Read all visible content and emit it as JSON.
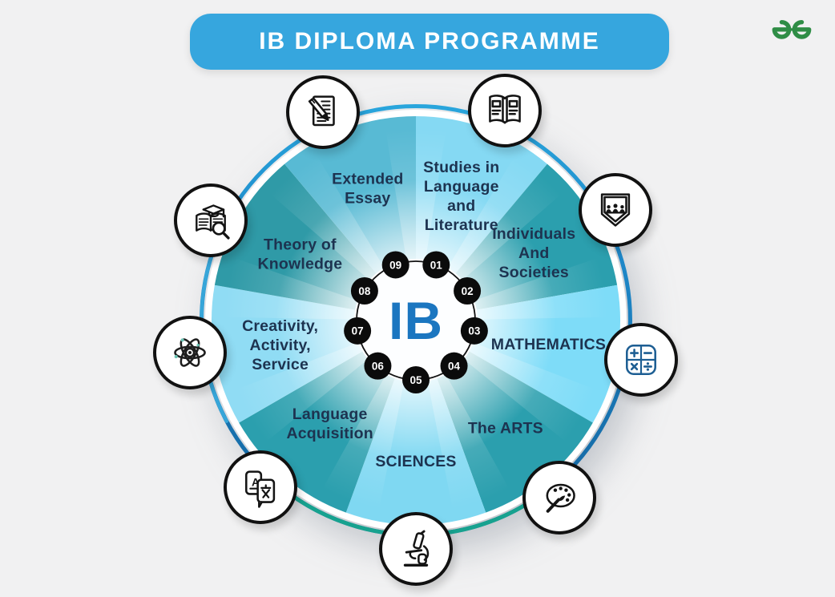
{
  "header": {
    "title": "IB DIPLOMA PROGRAMME",
    "banner_color": "#36a6de",
    "title_text_color": "#ffffff",
    "logo": {
      "name": "geeksforgeeks-logo",
      "color": "#2f8d46"
    }
  },
  "wheel": {
    "center_label": "IB",
    "center_label_color": "#1b76c0",
    "text_color": "#1d3350",
    "badge_color": "#0b0b0b",
    "badge_text_color": "#ffffff",
    "ring_colors": {
      "top_blue": "#29a5dc",
      "mid_blue": "#1e88c9",
      "dark_blue": "#14639d",
      "bottom_green": "#17a28f",
      "left_light_blue": "#37a6d9"
    },
    "segments": [
      {
        "number": "01",
        "label_lines": [
          "Studies in",
          "Language",
          "and",
          "Literature"
        ],
        "color": "#85d9f3",
        "icon": "open-book-icon"
      },
      {
        "number": "02",
        "label_lines": [
          "Individuals",
          "And",
          "Societies"
        ],
        "color": "#2b9fae",
        "icon": "people-shield-icon"
      },
      {
        "number": "03",
        "label_lines": [
          "MATHEMATICS"
        ],
        "color": "#7edcf8",
        "icon": "math-symbols-icon"
      },
      {
        "number": "04",
        "label_lines": [
          "The ARTS"
        ],
        "color": "#2b9fae",
        "icon": "palette-icon"
      },
      {
        "number": "05",
        "label_lines": [
          "SCIENCES"
        ],
        "color": "#7fd8f2",
        "icon": "microscope-icon"
      },
      {
        "number": "06",
        "label_lines": [
          "Language",
          "Acquisition"
        ],
        "color": "#2b9fae",
        "icon": "translate-icon"
      },
      {
        "number": "07",
        "label_lines": [
          "Creativity,",
          "Activity,",
          "Service"
        ],
        "color": "#90dcf4",
        "icon": "atom-icon"
      },
      {
        "number": "08",
        "label_lines": [
          "Theory of",
          "Knowledge"
        ],
        "color": "#2f9aa7",
        "icon": "knowledge-book-icon"
      },
      {
        "number": "09",
        "label_lines": [
          "Extended",
          "Essay"
        ],
        "color": "#58bad4",
        "icon": "pencil-paper-icon"
      }
    ]
  }
}
